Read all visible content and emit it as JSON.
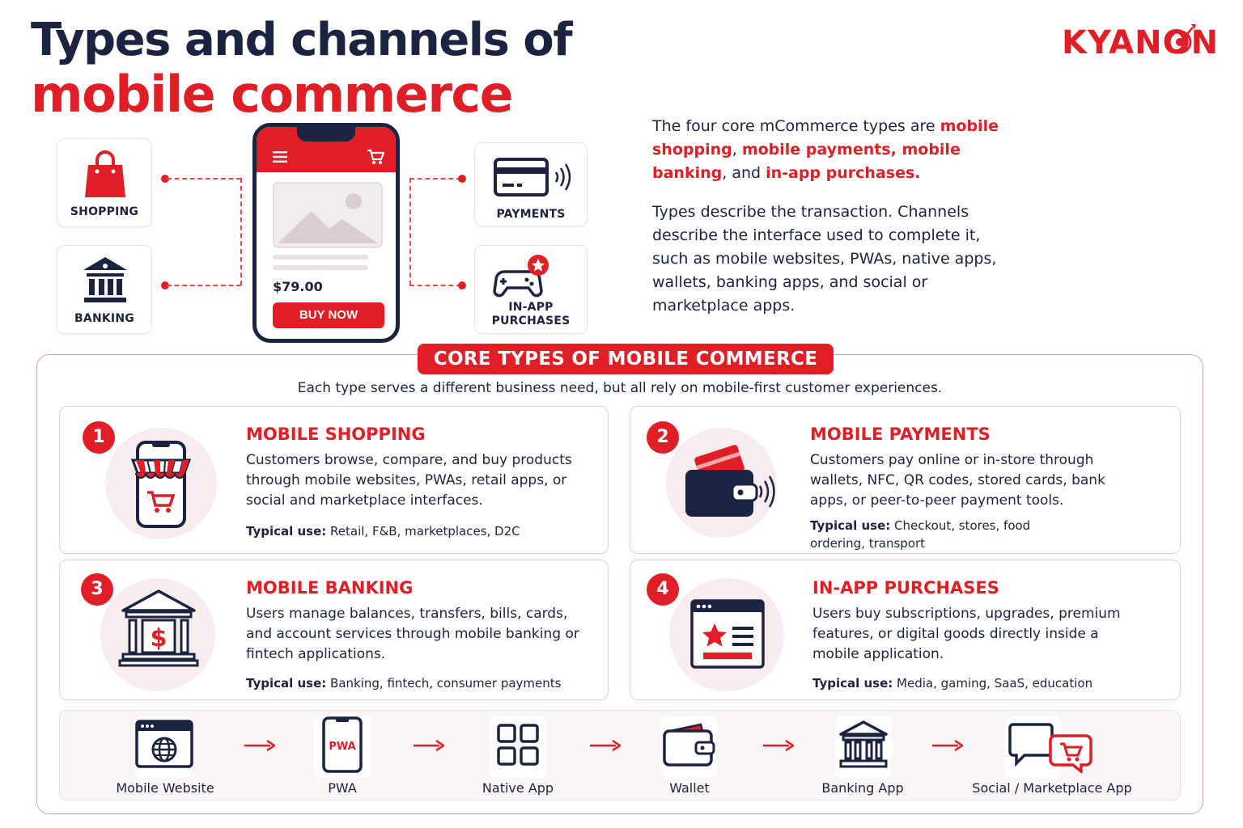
{
  "header": {
    "title_line1": "Types and channels of",
    "title_line2": "mobile commerce",
    "logo": "KYANON"
  },
  "mini_cards": {
    "shopping": "SHOPPING",
    "banking": "BANKING",
    "payments": "PAYMENTS",
    "in_app_line1": "IN-APP",
    "in_app_line2": "PURCHASES"
  },
  "phone": {
    "price": "$79.00",
    "buy_label": "BUY NOW"
  },
  "intro": {
    "p1_prefix": "The four core mCommerce types are ",
    "p1_red1": "mobile shopping",
    "p1_sep1": ", ",
    "p1_red2": "mobile payments, mobile banking",
    "p1_sep2": ", and ",
    "p1_red3": "in-app purchases.",
    "p2": "Types describe the transaction. Channels describe the interface used to complete it, such as mobile websites, PWAs, native apps, wallets, banking apps, and social or marketplace apps."
  },
  "section": {
    "banner": "CORE TYPES OF MOBILE COMMERCE",
    "subtitle": "Each type serves a different business need, but all rely on mobile-first customer experiences."
  },
  "types": [
    {
      "number": "1",
      "title": "MOBILE SHOPPING",
      "description": "Customers browse, compare, and buy products through mobile websites, PWAs, retail apps, or social and marketplace interfaces.",
      "use_label": "Typical use:",
      "use_value": " Retail, F&B, marketplaces, D2C"
    },
    {
      "number": "2",
      "title": "MOBILE PAYMENTS",
      "description": "Customers pay online or in-store through wallets, NFC, QR codes, stored cards, bank apps, or peer-to-peer payment tools.",
      "use_label": "Typical use:",
      "use_value": " Checkout, stores, food ordering, transport"
    },
    {
      "number": "3",
      "title": "MOBILE BANKING",
      "description": "Users manage balances, transfers, bills, cards, and account services through mobile banking or fintech applications.",
      "use_label": "Typical use:",
      "use_value": " Banking, fintech, consumer payments"
    },
    {
      "number": "4",
      "title": "IN-APP PURCHASES",
      "description": "Users buy subscriptions, upgrades, premium features, or digital goods directly inside a mobile application.",
      "use_label": "Typical use:",
      "use_value": " Media, gaming, SaaS, education"
    }
  ],
  "channels": [
    {
      "label": "Mobile Website",
      "icon": "browser-globe-icon"
    },
    {
      "label": "PWA",
      "icon": "pwa-phone-icon",
      "icon_text": "PWA"
    },
    {
      "label": "Native App",
      "icon": "app-grid-icon"
    },
    {
      "label": "Wallet",
      "icon": "wallet-icon"
    },
    {
      "label": "Banking App",
      "icon": "bank-icon"
    },
    {
      "label": "Social / Marketplace App",
      "icon": "chat-cart-icon"
    }
  ],
  "colors": {
    "navy": "#1c2340",
    "red": "#e01e26",
    "pink_bg": "#f7ecee"
  }
}
